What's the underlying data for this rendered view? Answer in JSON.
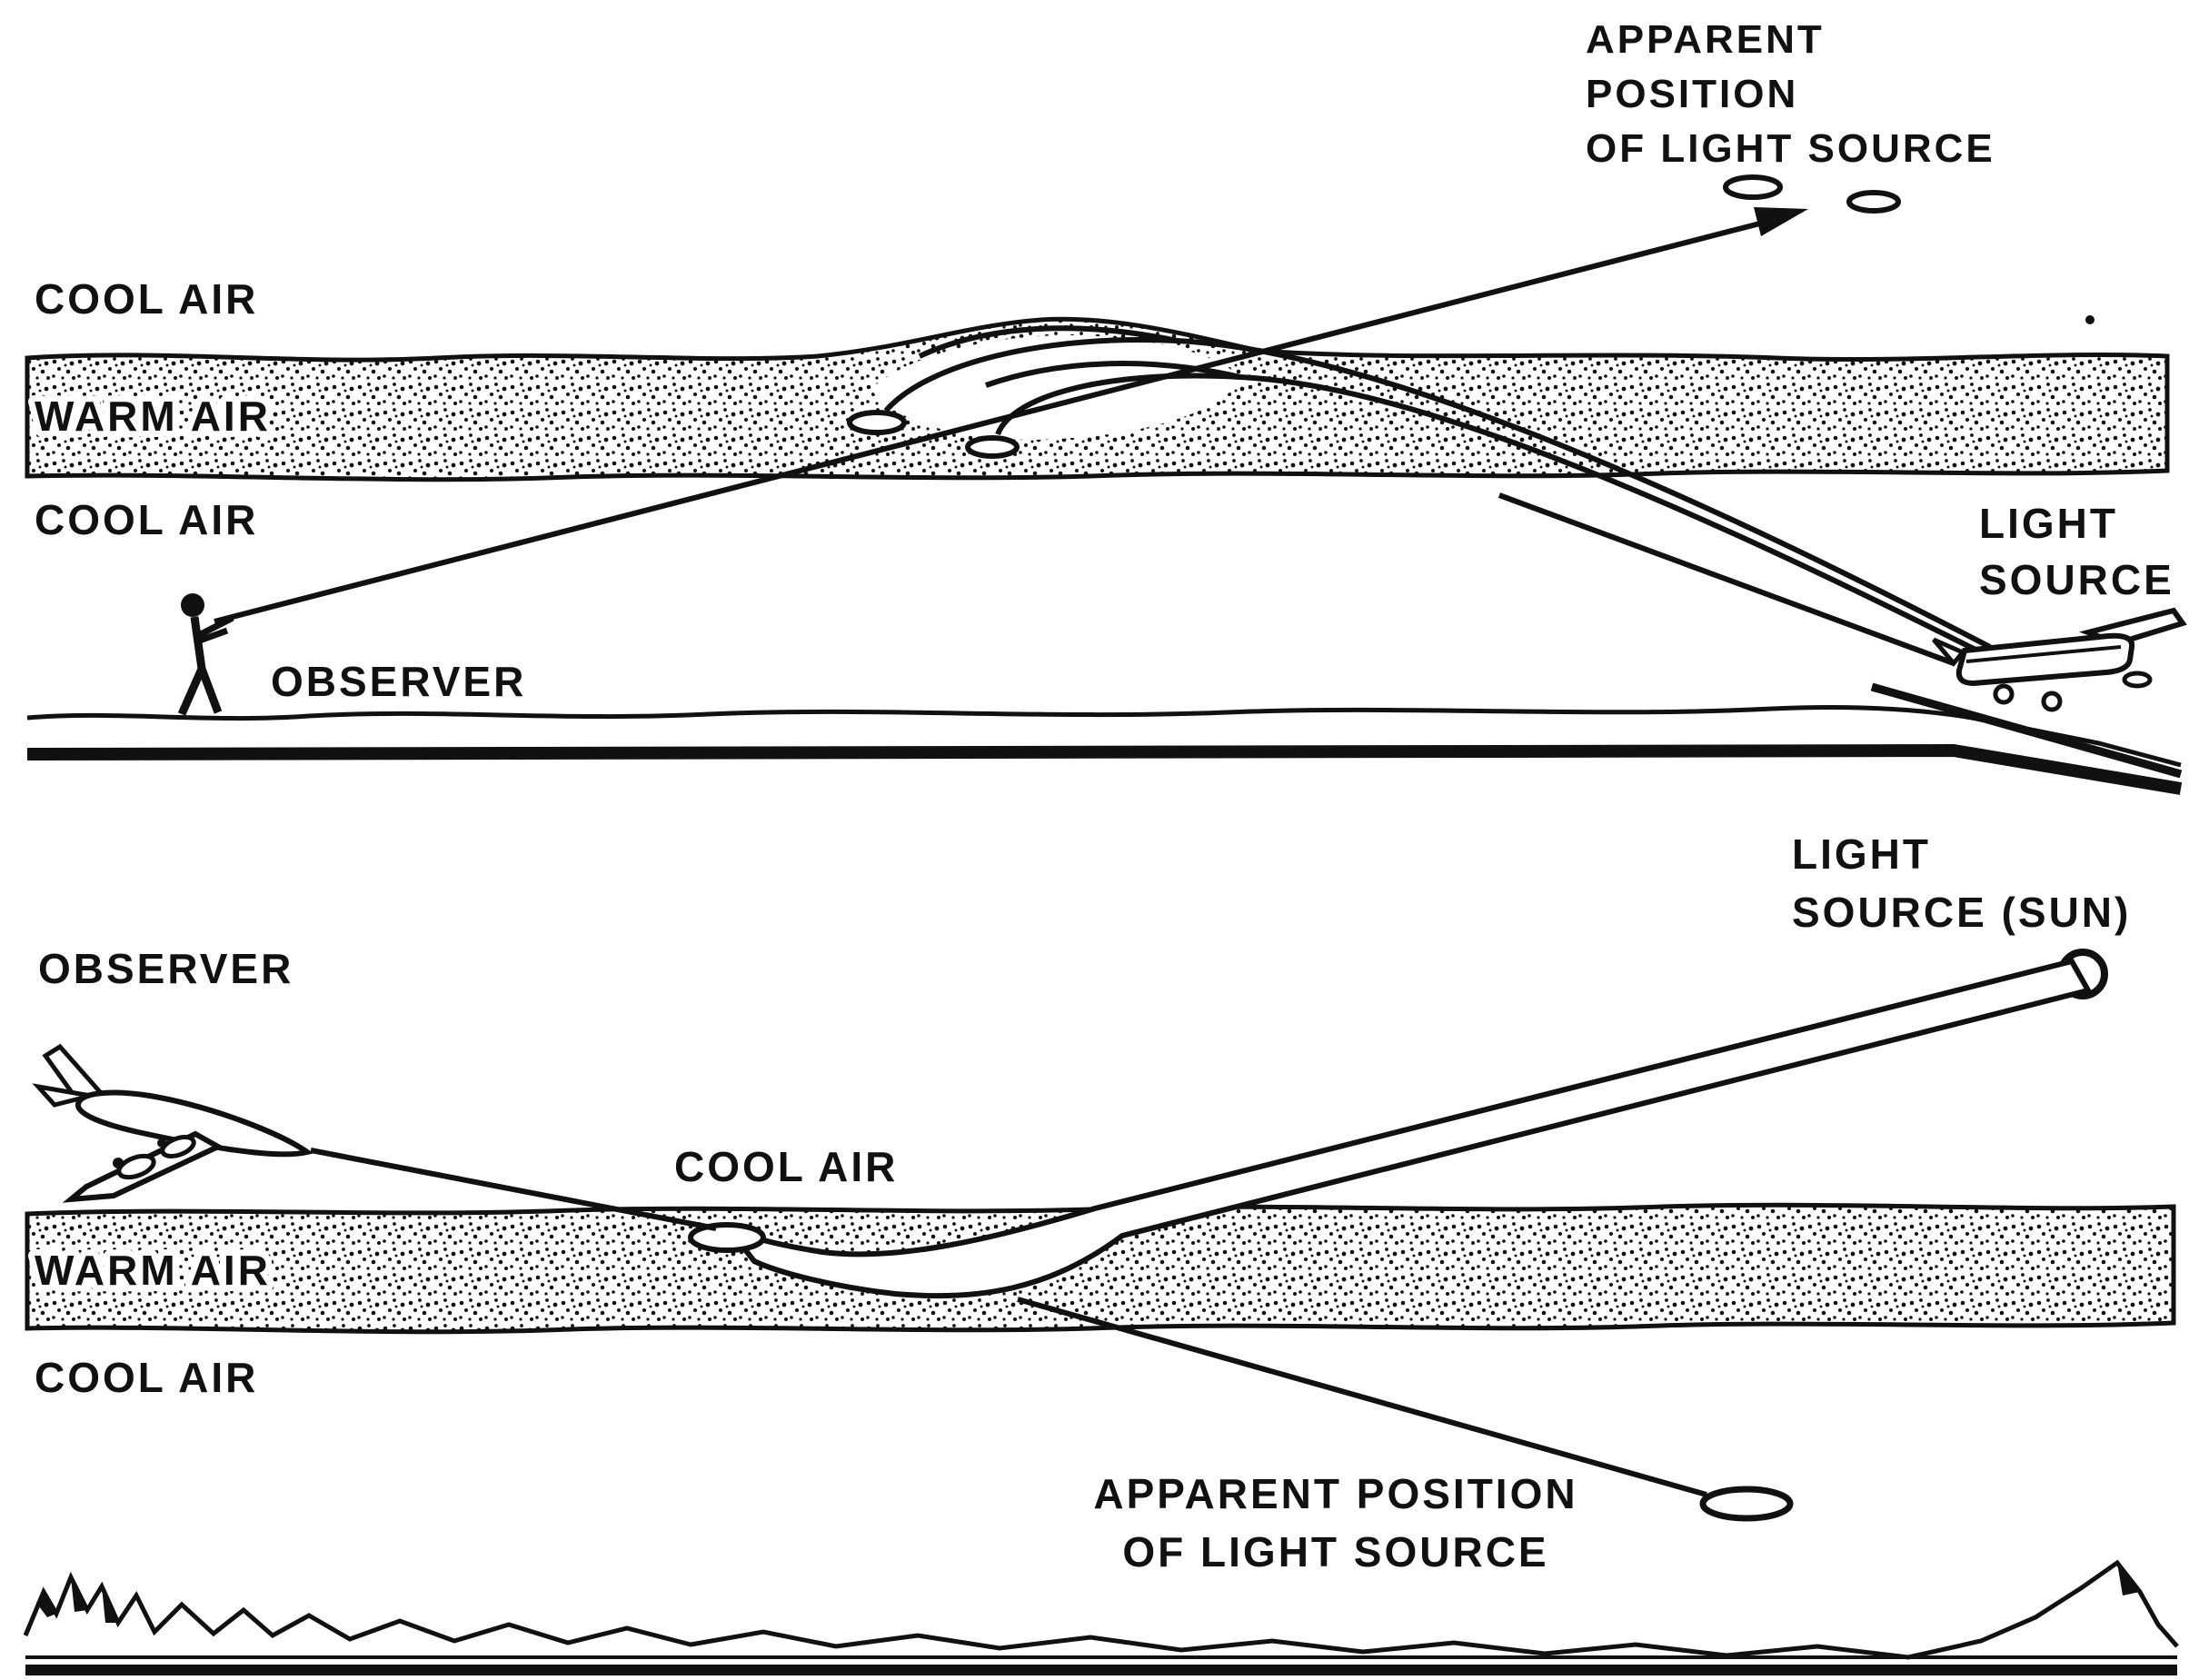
{
  "colors": {
    "ink": "#111111",
    "paper": "#ffffff"
  },
  "top_panel": {
    "apparent_position": {
      "line1": "APPARENT",
      "line2": "POSITION",
      "line3": "OF LIGHT SOURCE"
    },
    "cool_air_upper": "COOL AIR",
    "warm_air": "WARM AIR",
    "cool_air_lower": "COOL AIR",
    "observer": "OBSERVER",
    "light_source": {
      "line1": "LIGHT",
      "line2": "SOURCE"
    }
  },
  "bottom_panel": {
    "observer": "OBSERVER",
    "light_source": {
      "line1": "LIGHT",
      "line2": "SOURCE (SUN)"
    },
    "cool_air_above": "COOL AIR",
    "warm_air": "WARM AIR",
    "cool_air_below": "COOL AIR",
    "apparent_position": {
      "line1": "APPARENT POSITION",
      "line2": "OF LIGHT SOURCE"
    }
  }
}
